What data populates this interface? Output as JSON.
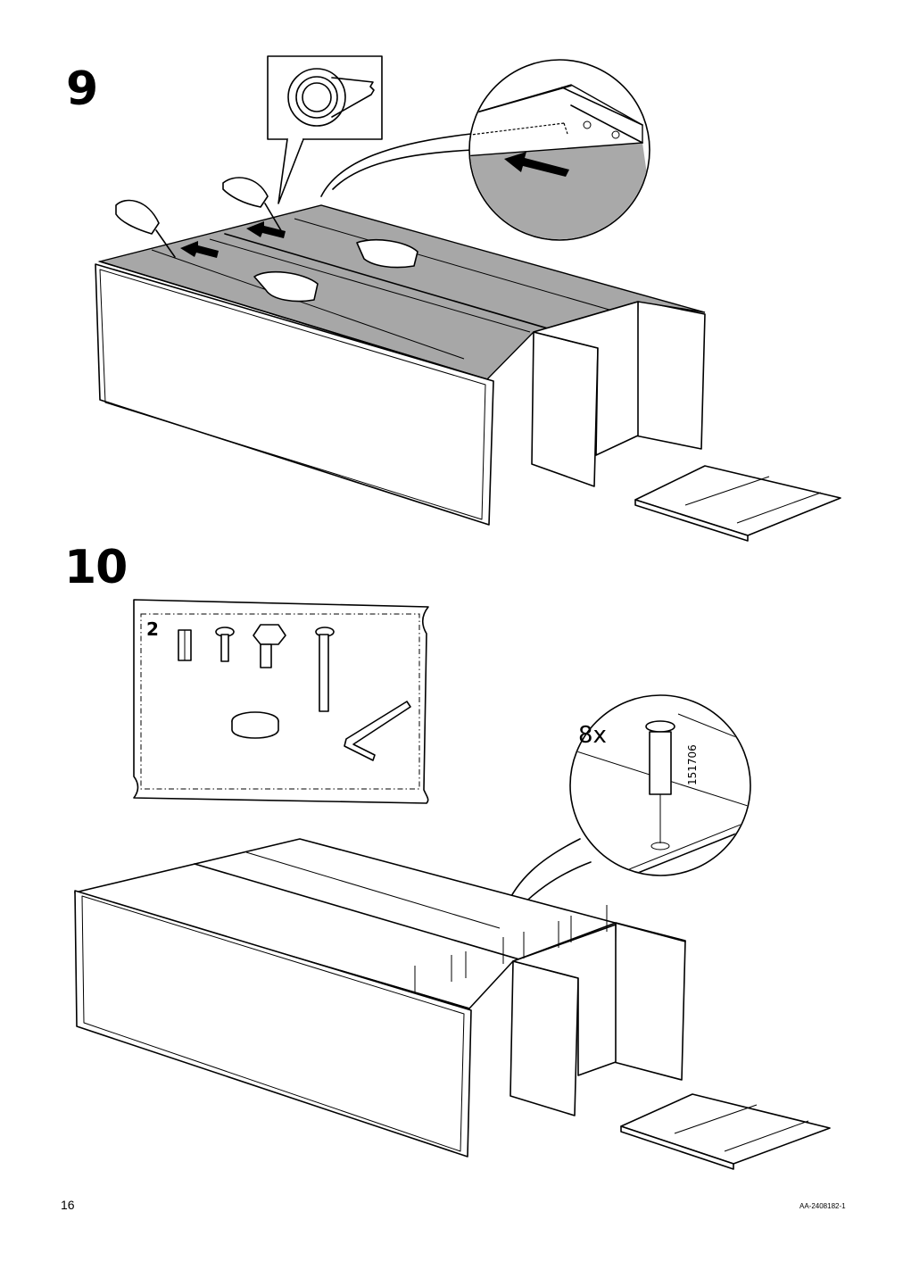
{
  "steps": [
    {
      "number": "9"
    },
    {
      "number": "10",
      "parts_pack_quantity": "2",
      "detail_quantity": "8x",
      "part_number": "151706"
    }
  ],
  "footer": {
    "page_number": "16",
    "document_code": "AA-2408182-1"
  }
}
